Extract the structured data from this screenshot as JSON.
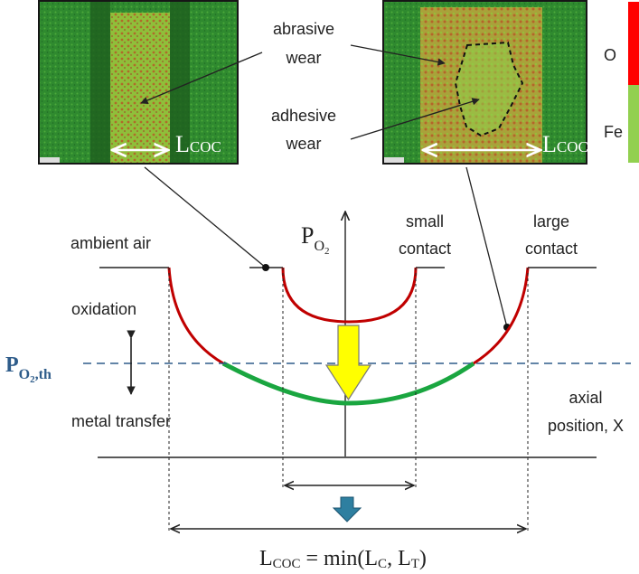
{
  "labels": {
    "abrasive_1": "abrasive",
    "abrasive_2": "wear",
    "adhesive_1": "adhesive",
    "adhesive_2": "wear",
    "l_coc": "L",
    "l_coc_sub": "COC",
    "legend_o": "O",
    "legend_fe": "Fe",
    "p_main": "P",
    "p_sub": "O",
    "p_sub2": "2",
    "ambient_air": "ambient air",
    "small_1": "small",
    "small_2": "contact",
    "large_1": "large",
    "large_2": "contact",
    "oxidation": "oxidation",
    "p_th_main": "P",
    "p_th_sub": "O",
    "p_th_sub2": "2",
    "p_th_tail": ",th",
    "metal_transfer": "metal transfer",
    "axial_1": "axial",
    "axial_2": "position, X",
    "formula_left": "L",
    "formula_left_sub": "COC",
    "formula_mid": " = min(L",
    "formula_c": "C",
    "formula_sep": ", L",
    "formula_t": "T",
    "formula_end": ")"
  },
  "colors": {
    "oxide": "#c00000",
    "metal": "#1aa640",
    "threshold": "#2e5c8a",
    "arrow_yellow": "#ffff00",
    "arrow_blue": "#2e7fa0",
    "legend_red": "#ff0000",
    "legend_green": "#92d050"
  }
}
